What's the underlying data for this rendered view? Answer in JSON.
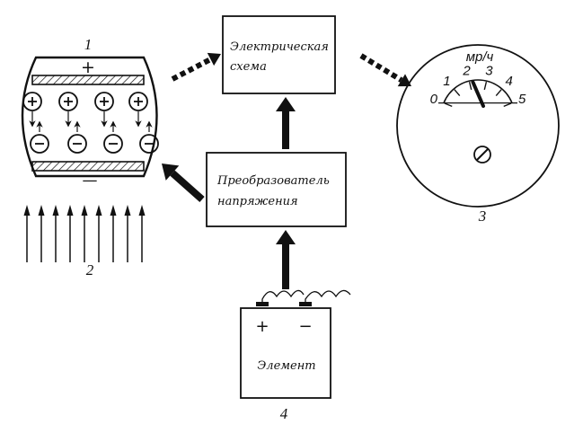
{
  "boxes": {
    "scheme_line1": "Электрическая",
    "scheme_line2": "схема",
    "converter_line1": "Преобразователь",
    "converter_line2": "напряжения",
    "element": "Элемент"
  },
  "numbers": {
    "chamber": "1",
    "radiation": "2",
    "meter": "3",
    "battery": "4"
  },
  "chamber": {
    "plus_sign": "+",
    "minus_sign": "—",
    "ion_plus": "+",
    "ion_minus": "−"
  },
  "battery": {
    "plus_sign": "+",
    "minus_sign": "−"
  },
  "meter": {
    "unit": "мр/ч",
    "ticks": [
      "0",
      "1",
      "2",
      "3",
      "4",
      "5"
    ],
    "needle_value": 2.2,
    "scale_max": 5
  },
  "colors": {
    "ink": "#111111",
    "paper": "#ffffff"
  }
}
